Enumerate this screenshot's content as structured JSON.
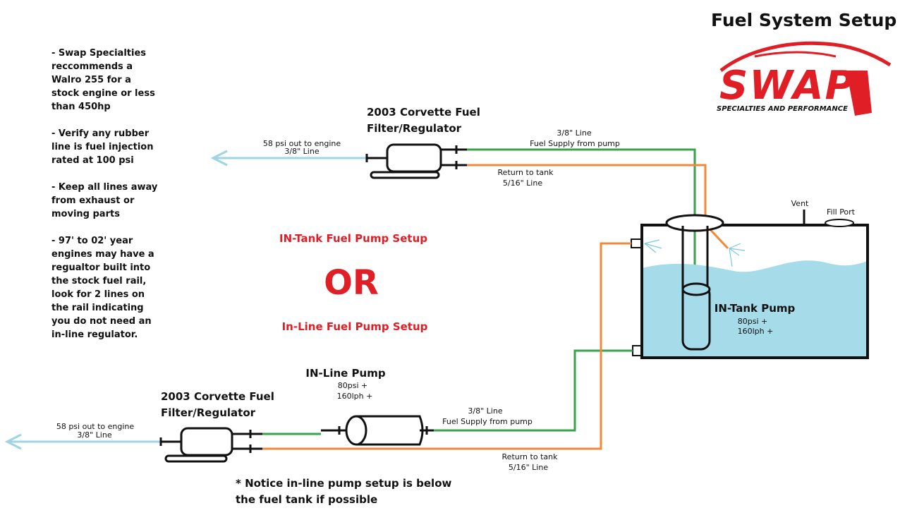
{
  "title": "Fuel System Setup",
  "logo": {
    "word": "SWAP",
    "tagline": "SPECIALTIES AND PERFORMANCE"
  },
  "notes": [
    "- Swap Specialties\nreccommends a\nWalro 255 for a\nstock engine or less\nthan 450hp",
    "- Verify any rubber\nline is fuel injection\nrated at 100 psi",
    "- Keep all lines away\nfrom exhaust or\nmoving parts",
    "- 97' to 02' year\nengines may have a\nregualtor built into\nthe stock fuel rail,\nlook for 2 lines on\nthe rail indicating\nyou do not need an\nin-line regulator."
  ],
  "top_setup": {
    "regulator_label_1": "2003 Corvette Fuel",
    "regulator_label_2": "Filter/Regulator",
    "out_label_1": "58 psi out to engine",
    "out_label_2": "3/8\" Line",
    "supply_label_1": "3/8\" Line",
    "supply_label_2": "Fuel Supply from pump",
    "return_label_1": "Return to tank",
    "return_label_2": "5/16\" Line"
  },
  "middle": {
    "in_tank": "IN-Tank Fuel Pump Setup",
    "or": "OR",
    "in_line": "In-Line Fuel Pump Setup"
  },
  "tank": {
    "vent": "Vent",
    "fill_port": "Fill Port",
    "pump_label": "IN-Tank Pump",
    "pump_spec_1": "80psi +",
    "pump_spec_2": "160lph +"
  },
  "bottom_setup": {
    "regulator_label_1": "2003 Corvette Fuel",
    "regulator_label_2": "Filter/Regulator",
    "out_label_1": "58 psi out to engine",
    "out_label_2": "3/8\" Line",
    "pump_label": "IN-Line Pump",
    "pump_spec_1": "80psi +",
    "pump_spec_2": "160lph +",
    "supply_label_1": "3/8\" Line",
    "supply_label_2": "Fuel Supply from pump",
    "return_label_1": "Return to tank",
    "return_label_2": "5/16\" Line",
    "note_1": "* Notice in-line pump setup is below",
    "note_2": "the fuel tank if possible"
  },
  "colors": {
    "supply": "#3aa24a",
    "return": "#ee8a3a",
    "engine_line": "#9fd4e4",
    "fuel": "#a6dbe9",
    "accent_red": "#e01e25"
  }
}
